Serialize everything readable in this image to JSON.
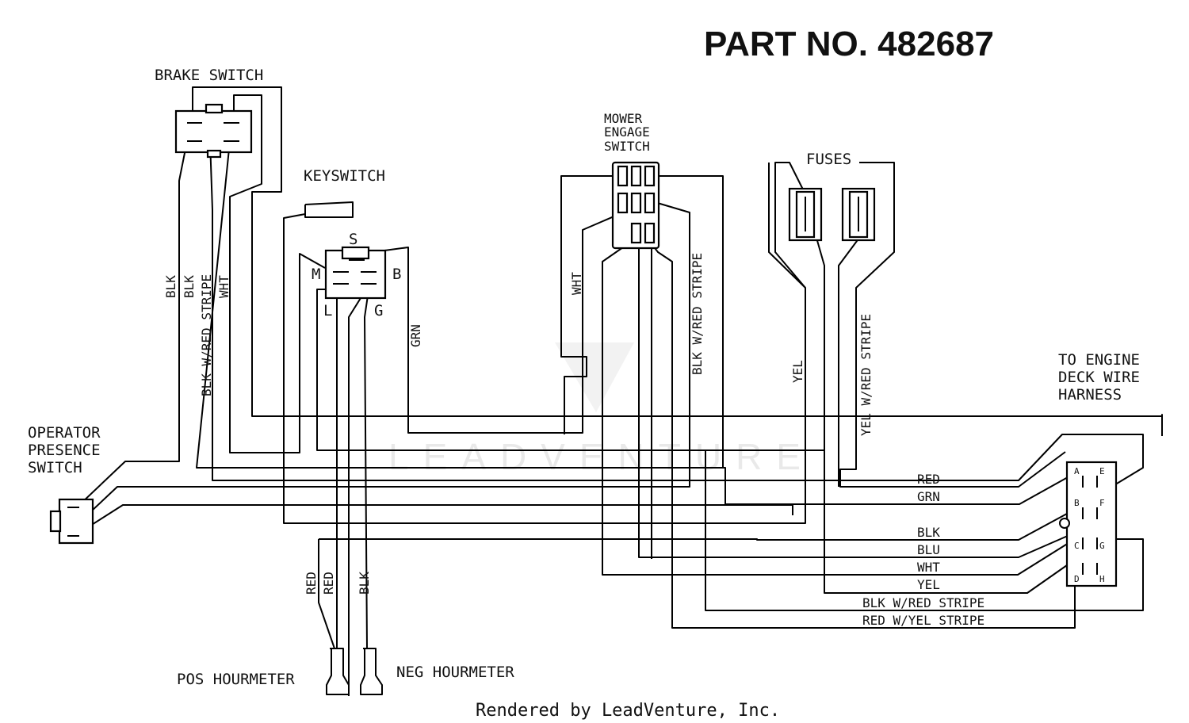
{
  "title": "PART NO. 482687",
  "footer": "Rendered by LeadVenture, Inc.",
  "watermark": "LEADVENTURE",
  "components": {
    "brake_switch": "BRAKE SWITCH",
    "keyswitch": "KEYSWITCH",
    "mower_engage": [
      "MOWER",
      "ENGAGE",
      "SWITCH"
    ],
    "fuses": "FUSES",
    "engine_harness": [
      "TO ENGINE",
      "DECK WIRE",
      "HARNESS"
    ],
    "operator_presence": [
      "OPERATOR",
      "PRESENCE",
      "SWITCH"
    ],
    "pos_hourmeter": "POS HOURMETER",
    "neg_hourmeter": "NEG HOURMETER"
  },
  "keyswitch_terminals": {
    "s": "S",
    "m": "M",
    "b": "B",
    "l": "L",
    "g": "G"
  },
  "connector_pins": [
    "A",
    "B",
    "C",
    "D",
    "E",
    "F",
    "G",
    "H"
  ],
  "wire_labels_vertical": {
    "blk1": "BLK",
    "blk2": "BLK",
    "blk_red": "BLK W/RED STRIPE",
    "wht": "WHT",
    "grn": "GRN",
    "wht_mower": "WHT",
    "blk_red_mower": "BLK W/RED STRIPE",
    "yel": "YEL",
    "yel_red": "YEL W/RED STRIPE",
    "red1": "RED",
    "red2": "RED",
    "blk_hour": "BLK"
  },
  "harness_wires": [
    "RED",
    "GRN",
    "BLK",
    "BLU",
    "WHT",
    "YEL",
    "BLK W/RED STRIPE",
    "RED W/YEL STRIPE"
  ]
}
